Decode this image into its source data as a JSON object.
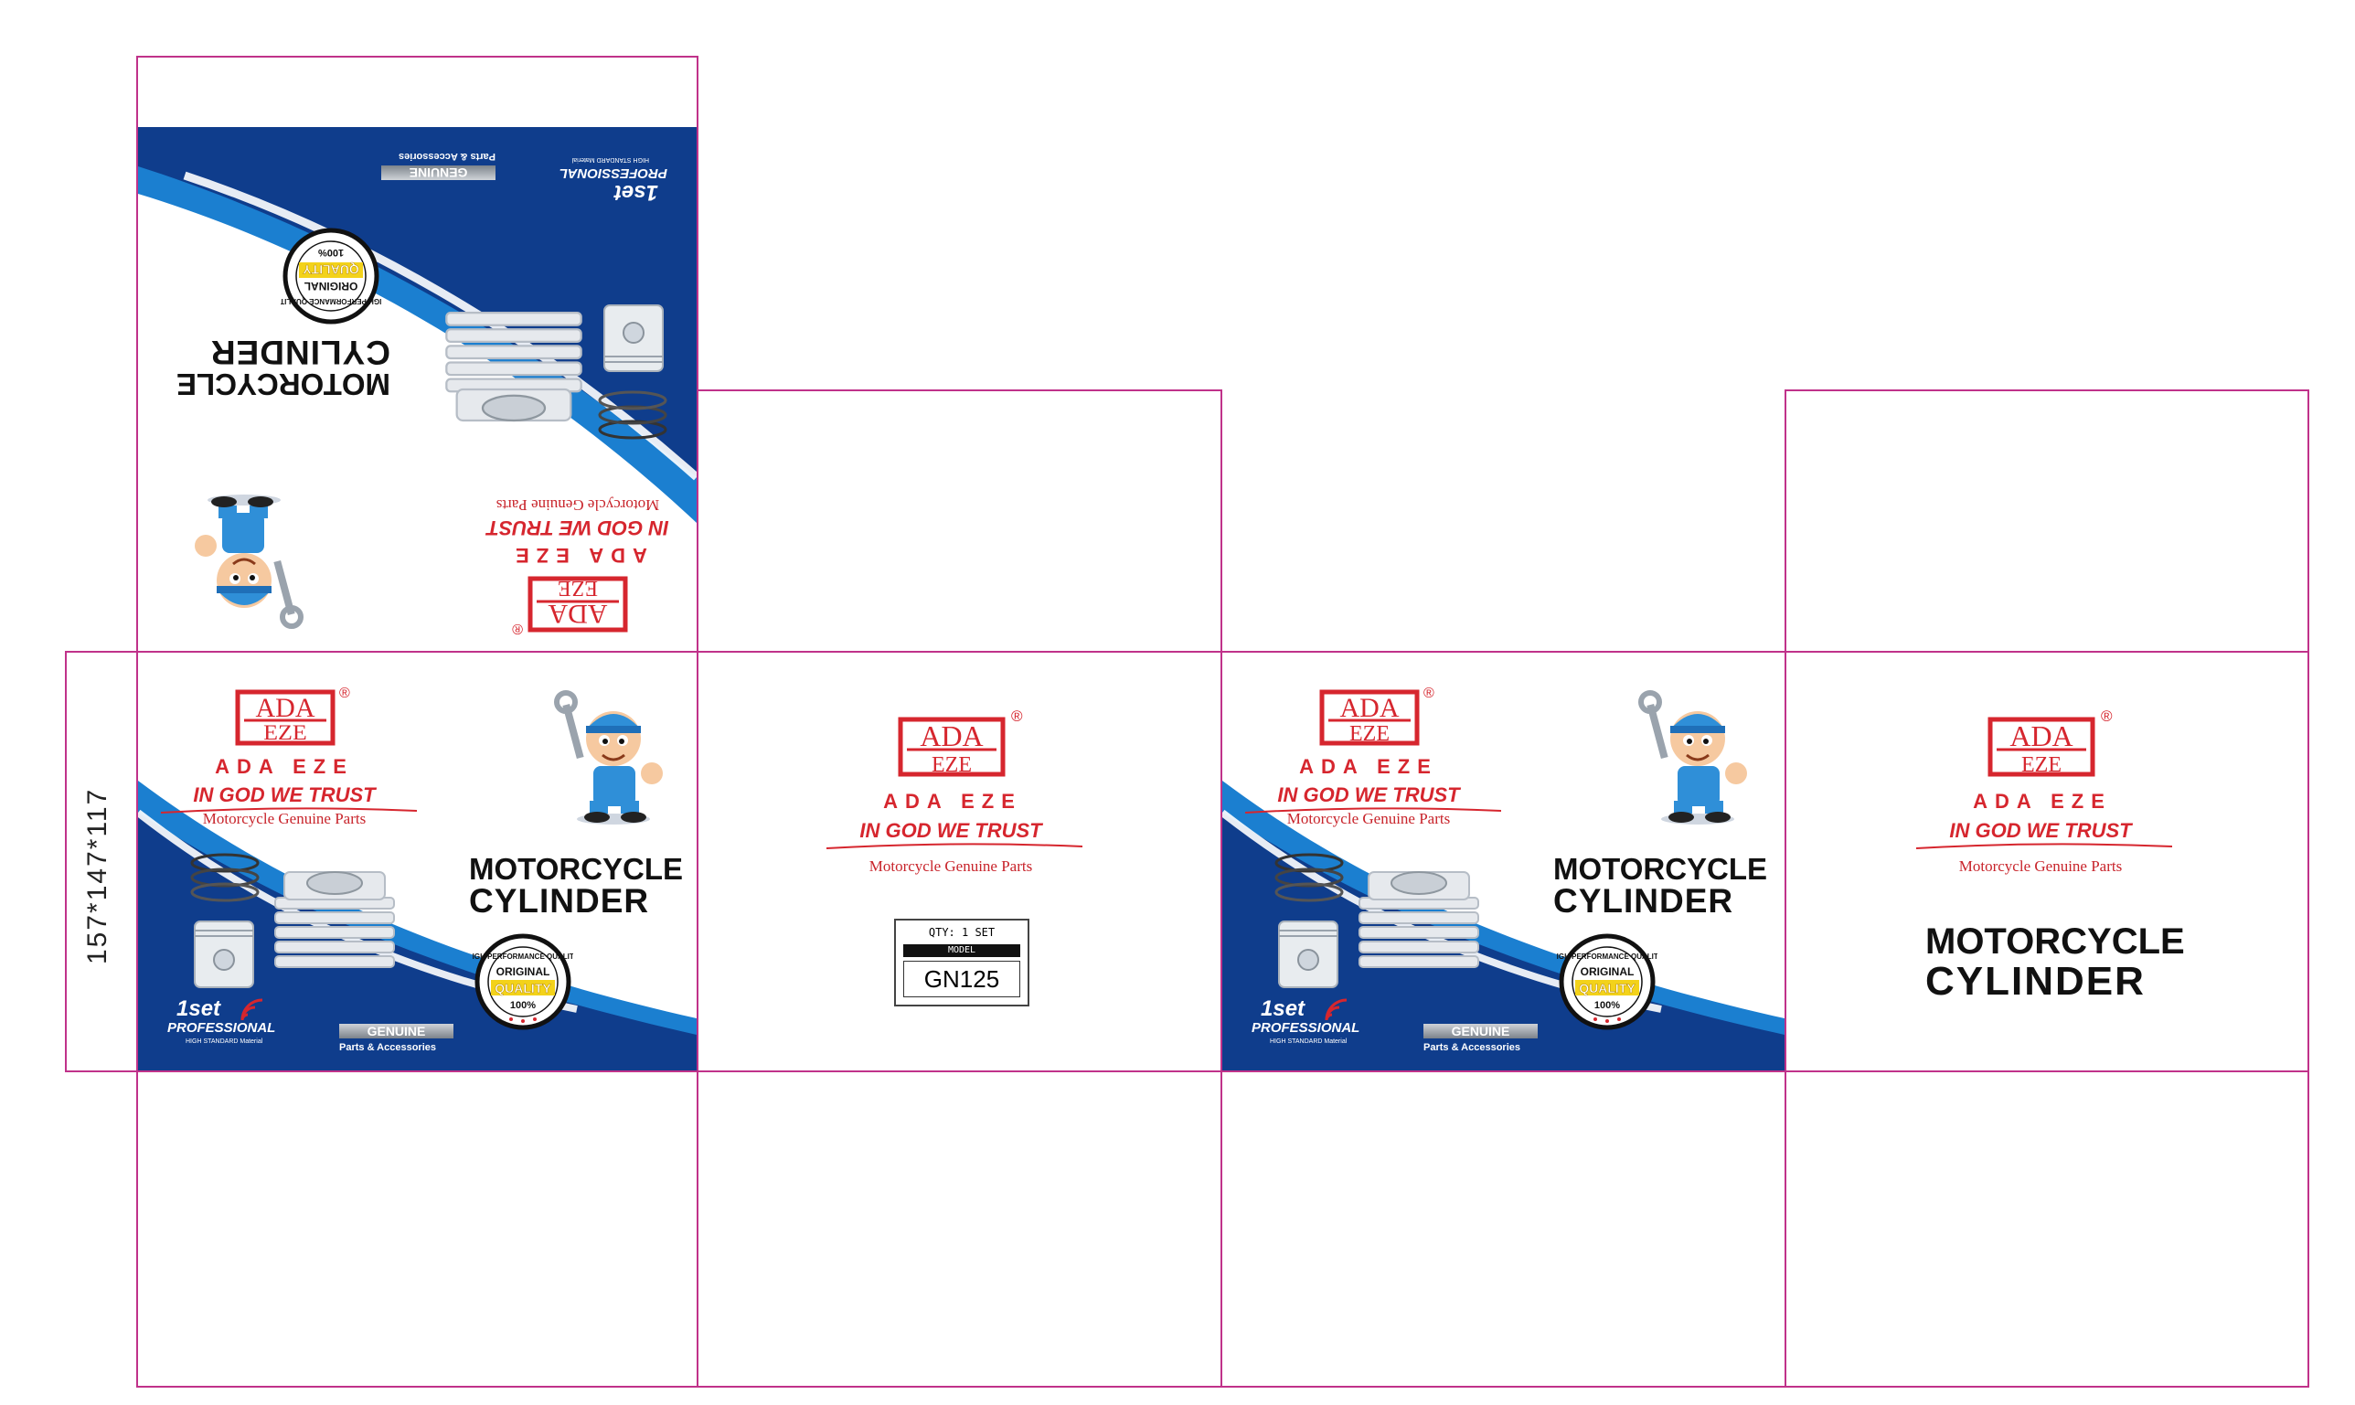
{
  "dimensions_label": "157*147*117",
  "brand": {
    "name": "ADA EZE",
    "logo_top": "ADA",
    "logo_bottom": "EZE",
    "registered": "®",
    "slogan": "IN GOD WE TRUST",
    "subtitle": "Motorcycle Genuine Parts"
  },
  "product": {
    "title_line1": "MOTORCYCLE",
    "title_line2": "CYLINDER"
  },
  "badges": {
    "set_count": "1set",
    "professional": "PROFESSIONAL",
    "high_standard": "HIGH STANDARD Material",
    "genuine": "GENUINE",
    "parts_accessories": "Parts & Accessories",
    "seal_top": "HIGH PERFORMANCE QUALITY",
    "seal_original": "ORIGINAL",
    "seal_quality": "QUALITY",
    "seal_percent": "100%"
  },
  "label": {
    "qty": "QTY:  1  SET",
    "model_label": "MODEL",
    "model_value": "GN125"
  },
  "colors": {
    "dieline": "#c0328a",
    "navy": "#0f3d8c",
    "blue": "#1b7fd0",
    "red": "#d6262e"
  }
}
